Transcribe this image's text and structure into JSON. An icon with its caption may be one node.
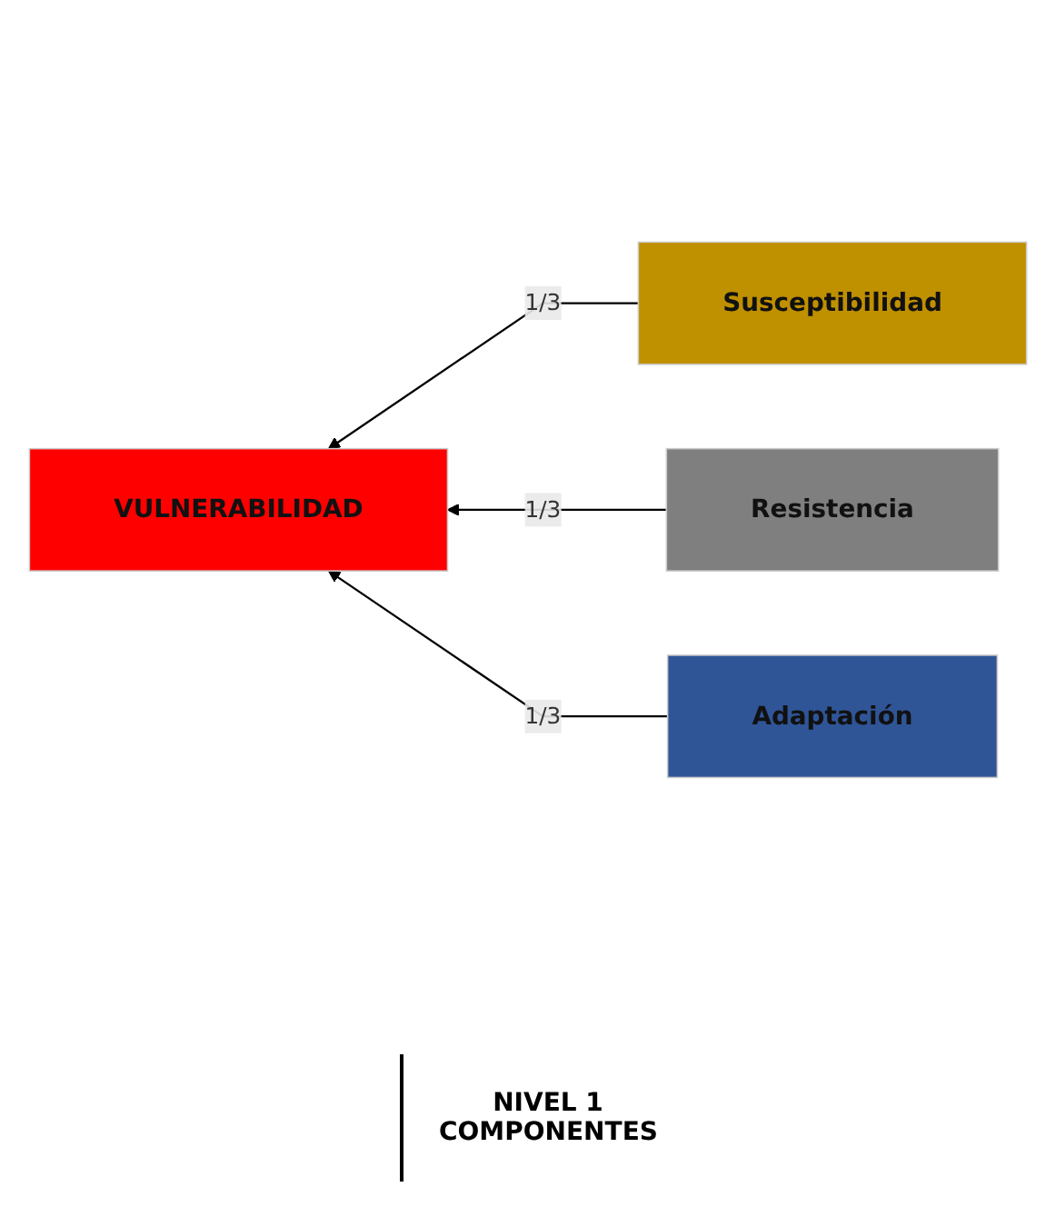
{
  "diagram": {
    "nodes": [
      {
        "text": [
          "Susceptibilidad"
        ]
      },
      {
        "text": [
          "VULNERABILIDAD"
        ]
      },
      {
        "text": [
          "Resistencia"
        ]
      },
      {
        "text": [
          "Adaptación"
        ]
      }
    ],
    "edges": [
      {
        "from": 0,
        "to": 1,
        "arrow": "to",
        "label": "1/3"
      },
      {
        "from": 2,
        "to": 1,
        "arrow": "to",
        "label": "1/3"
      },
      {
        "from": 3,
        "to": 1,
        "arrow": "to",
        "label": "1/3"
      }
    ],
    "labels": [
      "NIVEL 1 COMPONENTES"
    ]
  }
}
